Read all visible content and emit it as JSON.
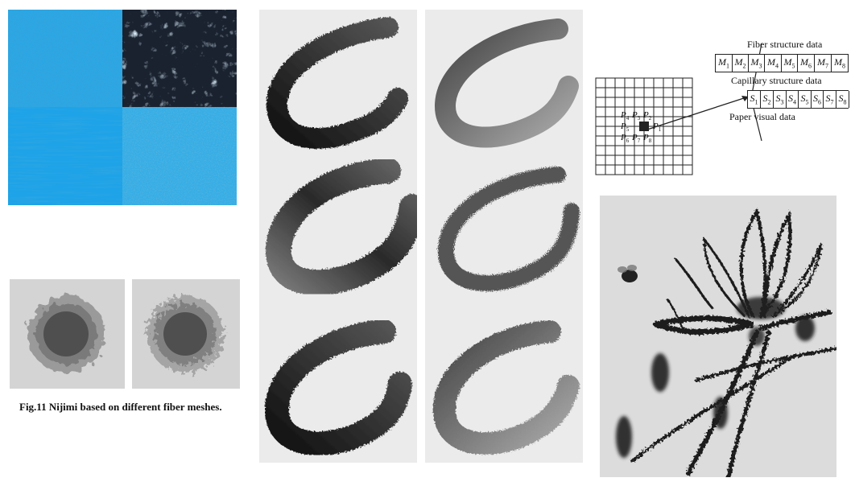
{
  "figure_caption": "Fig.11 Nijimi based on different fiber meshes.",
  "diagram": {
    "fiber_label": "Fiber structure data",
    "capillary_label": "Capillary structure data",
    "visual_label": "Paper visual data",
    "fiber_cells": [
      "M1",
      "M2",
      "M3",
      "M4",
      "M5",
      "M6",
      "M7",
      "M8"
    ],
    "capillary_cells": [
      "S1",
      "S2",
      "S3",
      "S4",
      "S5",
      "S6",
      "S7",
      "S8"
    ],
    "pixel_labels": [
      "P4",
      "P3",
      "P2",
      "P5",
      "P1",
      "P6",
      "P7",
      "P8"
    ]
  },
  "colors": {
    "fiber_blue": "#2aa7e6",
    "fiber_dark": "#1a2230",
    "panel_gray": "#ebebeb",
    "ink": "#1c1c1c"
  }
}
